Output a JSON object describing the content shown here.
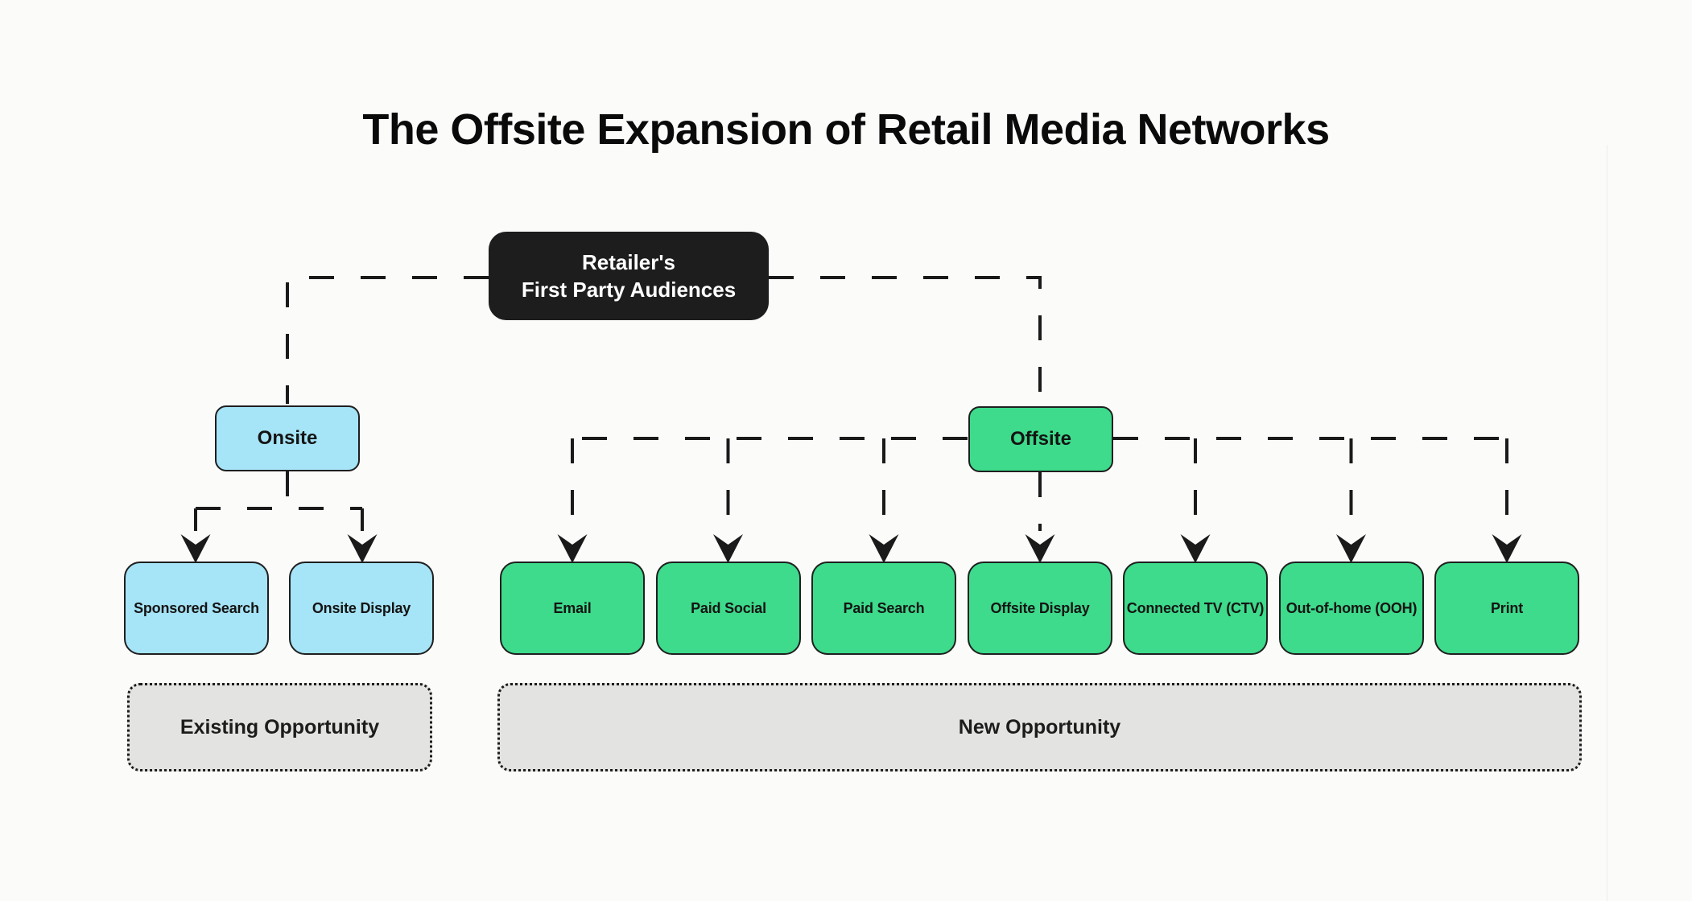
{
  "title": "The Offsite Expansion of Retail Media Networks",
  "nodes": {
    "root": {
      "line1": "Retailer's",
      "line2": "First Party Audiences"
    },
    "onsite": "Onsite",
    "offsite": "Offsite",
    "children": {
      "sponsored_search": "Sponsored Search",
      "onsite_display": "Onsite Display",
      "email": "Email",
      "paid_social": "Paid Social",
      "paid_search": "Paid Search",
      "offsite_display": "Offsite Display",
      "connected_tv": "Connected TV (CTV)",
      "out_of_home": "Out-of-home (OOH)",
      "print": "Print"
    },
    "groups": {
      "existing": "Existing Opportunity",
      "new": "New Opportunity"
    }
  },
  "colors": {
    "background": "#fbfbfa",
    "root_fill": "#1d1d1d",
    "root_text": "#ffffff",
    "onsite_fill": "#a6e4f7",
    "offsite_fill": "#3ddb8b",
    "node_border": "#1f1f1f",
    "node_text": "#141414",
    "group_fill": "#e3e3e1",
    "group_border": "#1c1c1c",
    "connector": "#1a1a1a"
  }
}
